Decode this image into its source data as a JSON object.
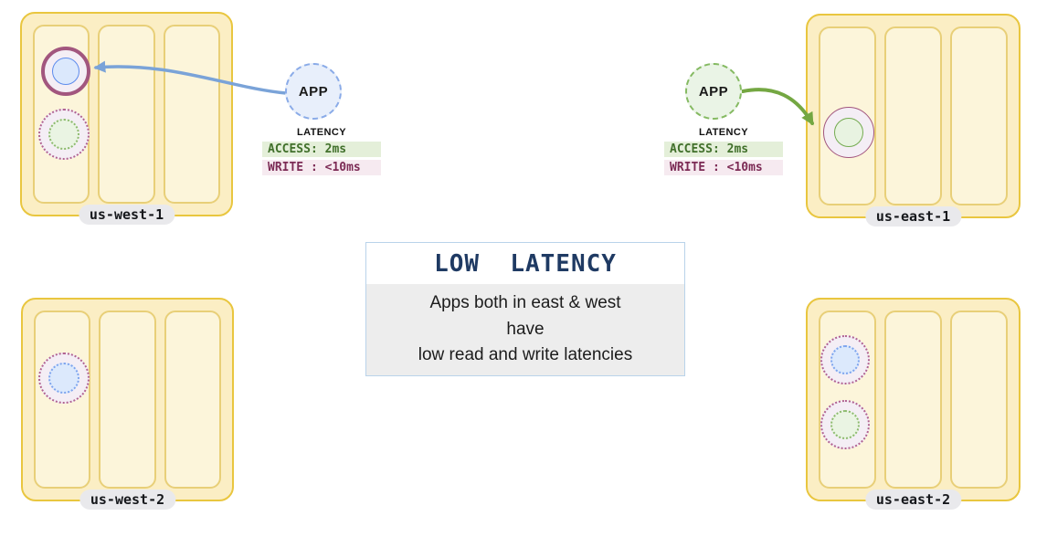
{
  "regions": {
    "us_west_1": {
      "label": "us-west-1"
    },
    "us_east_1": {
      "label": "us-east-1"
    },
    "us_west_2": {
      "label": "us-west-2"
    },
    "us_east_2": {
      "label": "us-east-2"
    }
  },
  "apps": {
    "west": {
      "label": "APP",
      "latency": {
        "title": "LATENCY",
        "rows": [
          {
            "kind": "access",
            "text": "ACCESS: 2ms"
          },
          {
            "kind": "write",
            "text": "WRITE : <10ms"
          }
        ]
      }
    },
    "east": {
      "label": "APP",
      "latency": {
        "title": "LATENCY",
        "rows": [
          {
            "kind": "access",
            "text": "ACCESS: 2ms"
          },
          {
            "kind": "write",
            "text": "WRITE : <10ms"
          }
        ]
      }
    }
  },
  "card": {
    "title": "LOW  LATENCY",
    "body_lines": [
      "Apps both in east & west",
      "have",
      "low read and write latencies"
    ]
  },
  "palette": {
    "region_fill": "#fbeec4",
    "region_border": "#e9c63f",
    "column_fill": "#fcf5da",
    "column_border": "#e8cf78",
    "label_pill_bg": "#e9e9ec",
    "node_ring_maroon": "#a2567e",
    "node_ring_dotted": "#b16392",
    "node_core_blue": "#dbe8fc",
    "node_core_green": "#e8f3e1",
    "node_fill_lavender": "#f4eef5",
    "app_blue_fill": "#e8effb",
    "app_blue_border": "#8aabe8",
    "app_green_fill": "#eaf4e6",
    "app_green_border": "#85ba62",
    "arrow_blue": "#7aa3d8",
    "arrow_green": "#74a742",
    "access_bg": "#e4efd9",
    "access_text": "#41702b",
    "write_bg": "#f6eaf0",
    "write_text": "#7c2b55",
    "card_border": "#b9d3ea",
    "card_title_text": "#1f3a63",
    "card_body_bg": "#ededed"
  }
}
